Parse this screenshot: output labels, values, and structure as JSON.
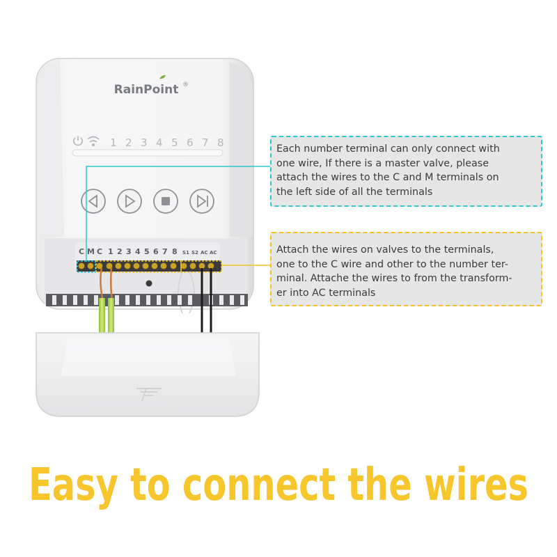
{
  "device": {
    "brand": "RainPoint",
    "registered_mark": "®",
    "zone_numbers": [
      "1",
      "2",
      "3",
      "4",
      "5",
      "6",
      "7",
      "8"
    ],
    "terminal_labels": [
      "C",
      "M",
      "C",
      "1",
      "2",
      "3",
      "4",
      "5",
      "6",
      "7",
      "8",
      "S1",
      "S2",
      "AC",
      "AC"
    ],
    "buttons": [
      "previous",
      "play",
      "stop",
      "next"
    ]
  },
  "callouts": {
    "one_wire_lines": [
      "Each number terminal can only connect with",
      "one wire, If there is a master valve, please",
      "attach the wires to the C and M terminals on",
      "the left side of all the terminals"
    ],
    "valve_wires_lines": [
      "Attach the wires on valves to the terminals,",
      "one to the C wire and other to the number ter-",
      "minal. Attache the wires to from the transform-",
      "er into AC terminals"
    ]
  },
  "headline": "Easy to connect the wires",
  "colors": {
    "callout_top_border": "#2ec6cf",
    "callout_bottom_border": "#f1c21f",
    "headline": "#f7c52c",
    "callout_bg": "#e6e6e6"
  }
}
